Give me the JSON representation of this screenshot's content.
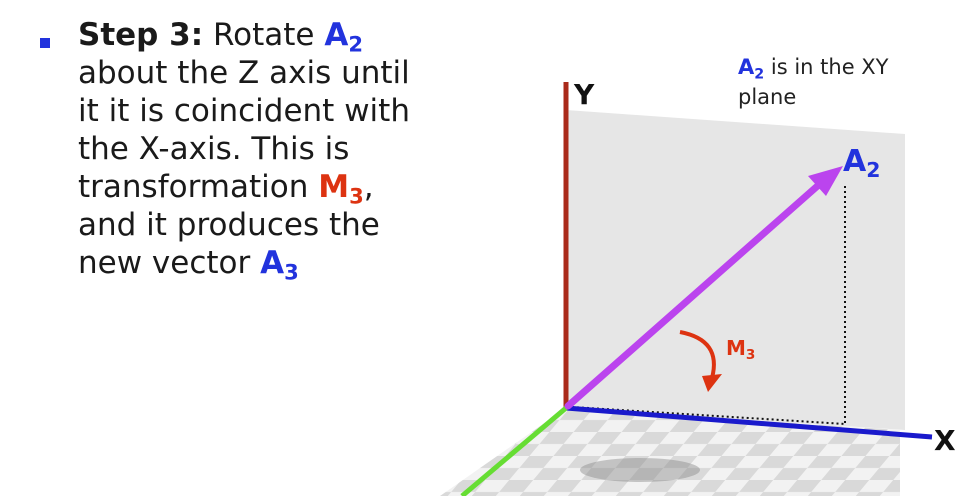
{
  "slide": {
    "step_label": "Step 3:",
    "line1_text": "Rotate",
    "vector_a": "A",
    "sub_2": "2",
    "line2": "about the Z axis until",
    "line3": "it it is coincident with",
    "line4": "the X-axis. This is",
    "line5_text": "transformation",
    "transform_m": "M",
    "sub_3": "3",
    "comma": ",",
    "line6": "and it produces the",
    "line7_text": "new vector",
    "bullet_color": "#2233dd"
  },
  "diagram": {
    "note_vector": "A",
    "note_sub": "2",
    "note_line1_rest": " is in the XY",
    "note_line2": "plane",
    "axis_y": "Y",
    "axis_x": "X",
    "vector_label": "A",
    "vector_sub": "2",
    "rotation_label": "M",
    "rotation_sub": "3",
    "colors": {
      "x_axis": "#1a1acc",
      "y_axis": "#aa2a1a",
      "z_axis": "#66dd33",
      "vector": "#bb44ee",
      "rotation_arrow": "#dd3311",
      "plane": "#e6e6e6"
    }
  }
}
